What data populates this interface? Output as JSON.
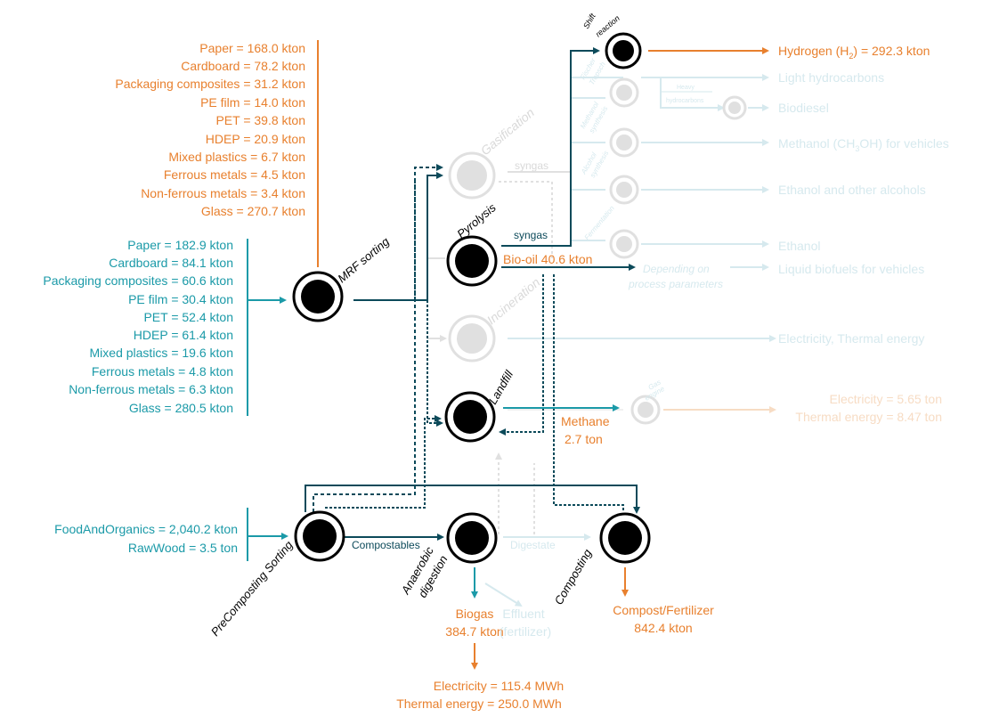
{
  "colors": {
    "orange": "#e8802e",
    "teal": "#1b9aa8",
    "dark_teal": "#0c4a5a",
    "faded_teal": "#d6e9ee",
    "faded_gray": "#d9d9d9",
    "faded_orange": "#f7dcc4",
    "node": "#000000"
  },
  "output_list": [
    "Paper = 168.0 kton",
    "Cardboard = 78.2 kton",
    "Packaging composites = 31.2 kton",
    "PE film = 14.0 kton",
    "PET = 39.8 kton",
    "HDEP = 20.9 kton",
    "Mixed plastics = 6.7 kton",
    "Ferrous metals = 4.5 kton",
    "Non-ferrous metals = 3.4 kton",
    "Glass = 270.7 kton"
  ],
  "input_list": [
    "Paper = 182.9 kton",
    "Cardboard = 84.1 kton",
    "Packaging composites = 60.6 kton",
    "PE film = 30.4 kton",
    "PET = 52.4 kton",
    "HDEP = 61.4 kton",
    "Mixed plastics = 19.6 kton",
    "Ferrous metals = 4.8 kton",
    "Non-ferrous metals = 6.3 kton",
    "Glass = 280.5 kton"
  ],
  "organics_list": [
    "FoodAndOrganics = 2,040.2 kton",
    "RawWood =   3.5 ton"
  ],
  "nodes": {
    "mrf": "MRF sorting",
    "gasification": "Gasification",
    "pyrolysis": "Pyrolysis",
    "incineration": "Incineration",
    "landfill": "Landfill",
    "precomposting": "PreComposting Sorting",
    "anaerobic": [
      "Anaerobic",
      "digestion"
    ],
    "composting": "Composting",
    "shift": [
      "Shift",
      "reaction"
    ],
    "fischer": [
      "Fischer",
      "Tropsch"
    ],
    "methanol_syn": [
      "Methanol",
      "synthesis"
    ],
    "alcohol_syn": [
      "Alcohol",
      "synthesis"
    ],
    "fermentation": "Fermentation",
    "heavy_hc": [
      "Heavy",
      "hydrocarbons"
    ],
    "gas_engine": [
      "Gas",
      "engine"
    ]
  },
  "flows": {
    "syngas_gas": "syngas",
    "syngas_pyro": "syngas",
    "bio_oil": "Bio-oil 40.6 kton",
    "depending": [
      "Depending on",
      "process parameters"
    ],
    "compostables": "Compostables",
    "digestate": "Digestate",
    "methane": [
      "Methane",
      "2.7 ton"
    ]
  },
  "products": {
    "hydrogen": "Hydrogen (H",
    "hydrogen_sub": "2",
    "hydrogen_tail": ") = 292.3 kton",
    "light_hc": "Light hydrocarbons",
    "biodiesel": "Biodiesel",
    "methanol": "Methanol (CH",
    "methanol_sub": "3",
    "methanol_tail": "OH) for vehicles",
    "ethanol_alcohols": "Ethanol and other alcohols",
    "ethanol": "Ethanol",
    "liquid_biofuels": "Liquid biofuels for vehicles",
    "elec_thermal": "Electricity, Thermal energy",
    "landfill_elec": "Electricity = 5.65 ton",
    "landfill_thermal": "Thermal energy = 8.47 ton",
    "biogas": [
      "Biogas",
      "384.7 kton"
    ],
    "effluent": [
      "Effluent",
      "(fertilizer)"
    ],
    "compost": [
      "Compost/Fertilizer",
      "842.4 kton"
    ],
    "biogas_elec": "Electricity = 115.4 MWh",
    "biogas_thermal": "Thermal energy = 250.0 MWh"
  }
}
